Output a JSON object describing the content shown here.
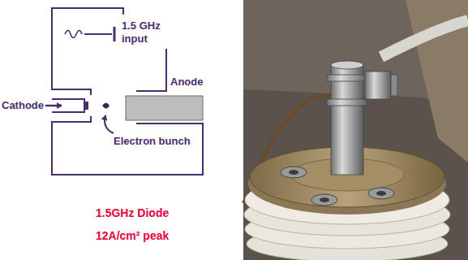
{
  "diagram": {
    "labels": [
      "1.5 GHz input",
      "Cathode",
      "Anode",
      "Electron bunch",
      "1.5GHz Diode",
      "12A/cm² peak"
    ]
  }
}
